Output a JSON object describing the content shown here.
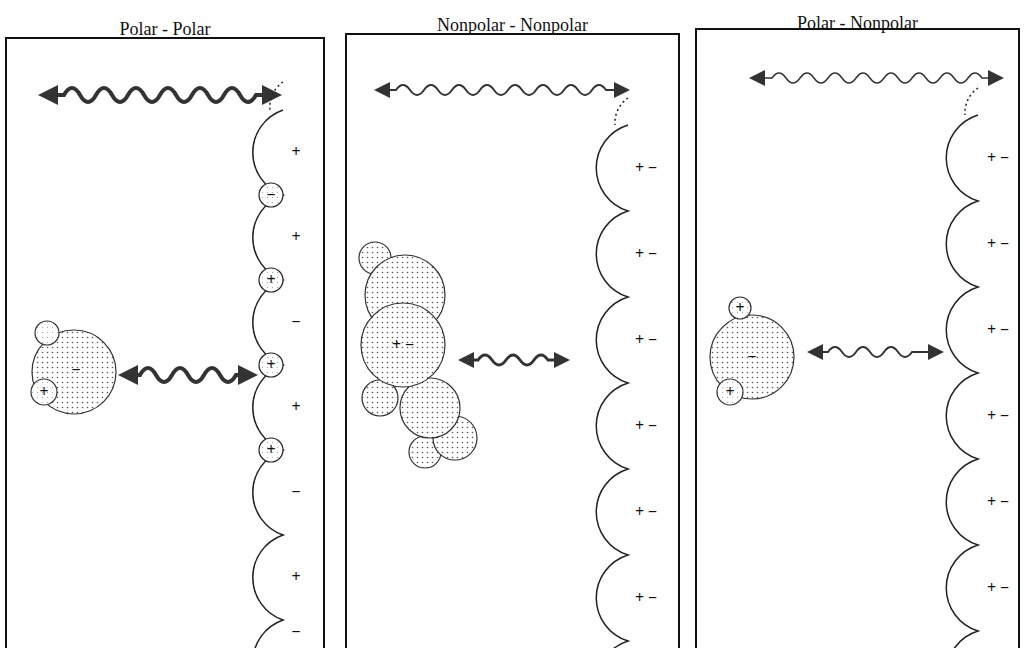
{
  "diagram": {
    "nodes": [
      {
        "text": [
          "Polar - Polar"
        ]
      },
      {
        "text": [
          "Nonpolar - Nonpolar"
        ]
      },
      {
        "text": [
          "Polar - Nonpolar"
        ]
      }
    ],
    "labels": [
      "−",
      "+",
      "+",
      "−",
      "+",
      "+",
      "−",
      "+",
      "+",
      "+",
      "−",
      "+",
      "−",
      "+ −",
      "+ −",
      "+ −",
      "+ −",
      "+ −",
      "+ −",
      "+ −",
      "+",
      "−",
      "+",
      "+ −",
      "+ −",
      "+ −",
      "+ −",
      "+ −",
      "+ −"
    ]
  }
}
